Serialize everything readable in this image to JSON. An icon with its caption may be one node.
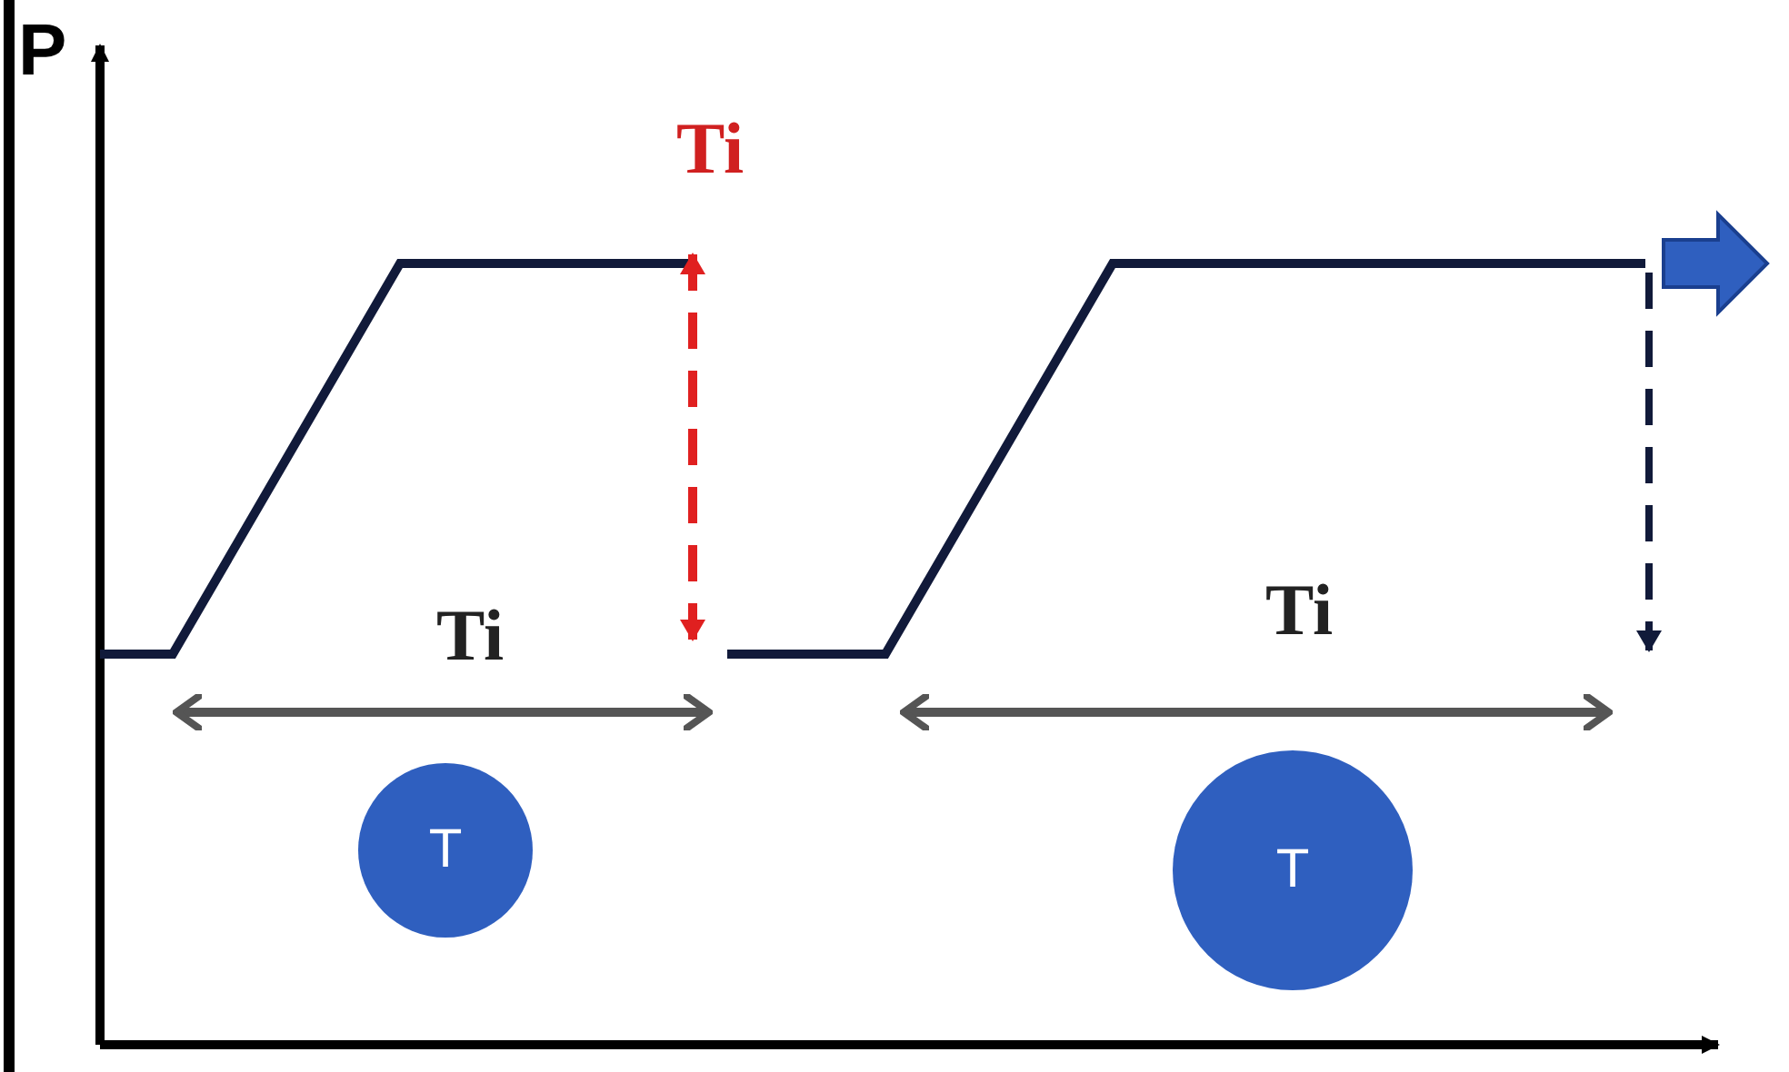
{
  "diagram": {
    "nodes": [
      {
        "text": [
          "T"
        ]
      },
      {
        "text": [
          "T"
        ]
      }
    ],
    "labels": [
      "P",
      "Ti",
      "Ti",
      "Ti"
    ]
  }
}
